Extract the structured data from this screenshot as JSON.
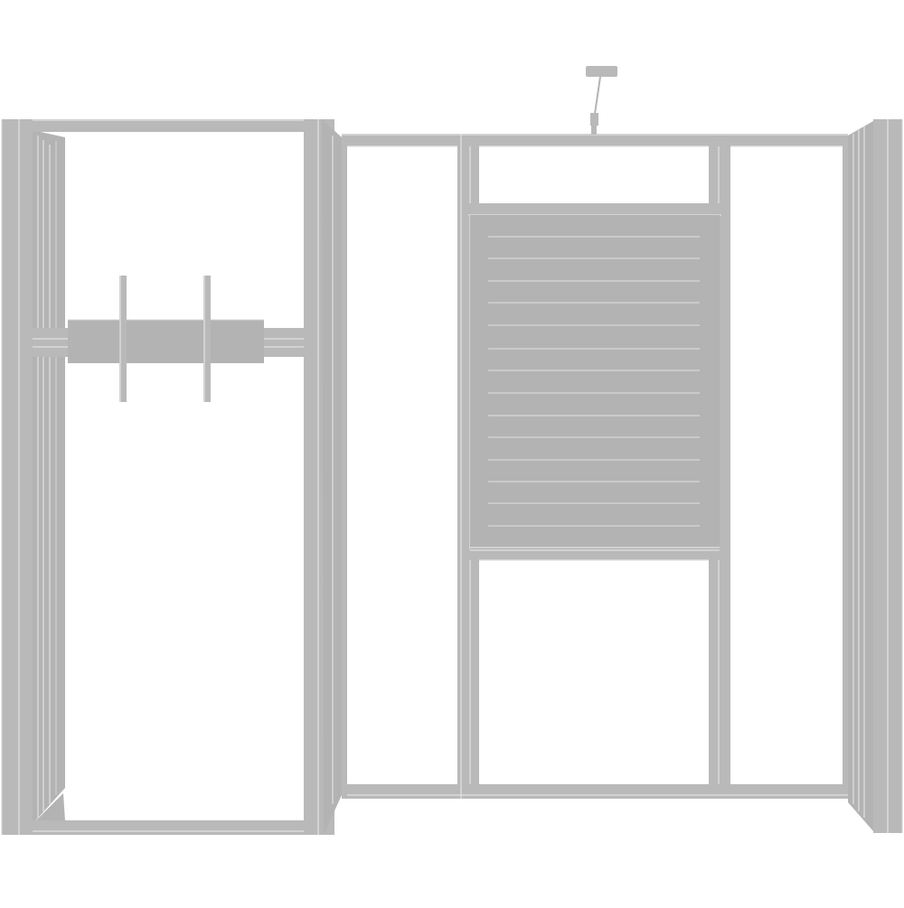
{
  "scene": {
    "type": "exhibition-booth-frame-render",
    "background": "#ffffff",
    "colors": {
      "frame": "#b9b9b9",
      "frame_dark": "#b3b3b3",
      "frame_edge": "#d2d2d2",
      "frame_highlight": "#dedede",
      "slat_line": "#d6d6d6"
    },
    "components": [
      "left-tower-frame",
      "monitor-mount-crossbar",
      "left-inner-panel",
      "center-top-header-panel",
      "center-slatwall-panel",
      "center-lower-panel",
      "right-inner-panel",
      "right-side-return-frame",
      "arm-light"
    ],
    "slatwall": {
      "slat_count": 14
    }
  }
}
